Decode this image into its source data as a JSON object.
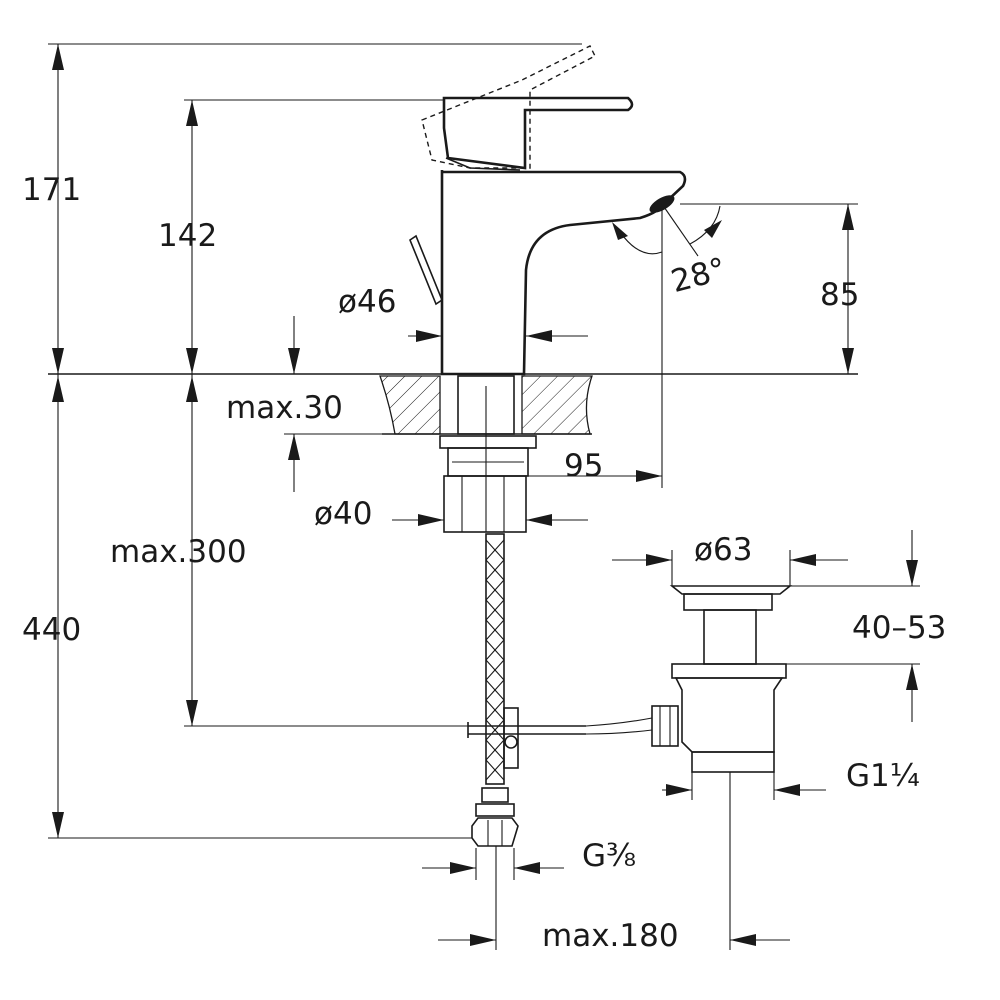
{
  "dimensions": {
    "total_height": "171",
    "handle_height": "142",
    "spout_height": "85",
    "body_diameter": "ø46",
    "deck_thickness": "max.30",
    "spout_reach": "95",
    "shank_diameter": "ø40",
    "hose_length": "max.300",
    "overall_length": "440",
    "waste_diameter": "ø63",
    "waste_range": "40–53",
    "waste_thread": "G1¼",
    "hose_thread": "G⅜",
    "rod_distance": "max.180",
    "spout_angle": "28°"
  },
  "colors": {
    "line": "#1a1a1a",
    "background": "#ffffff"
  }
}
